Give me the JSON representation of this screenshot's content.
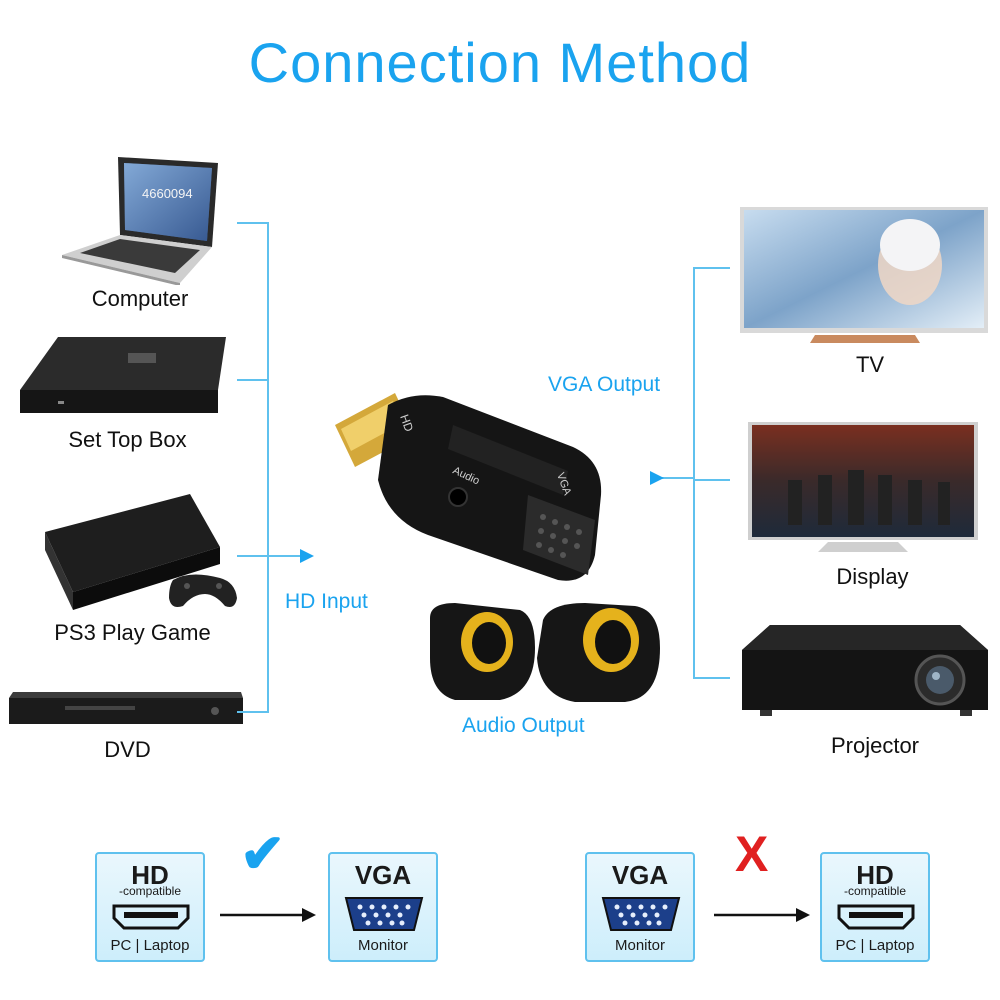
{
  "title": "Connection Method",
  "inputs": {
    "label": "HD Input",
    "devices": [
      "Computer",
      "Set Top Box",
      "PS3 Play Game",
      "DVD"
    ],
    "laptop_screen_text": "4660094"
  },
  "outputs": {
    "label": "VGA Output",
    "devices": [
      "TV",
      "Display",
      "Projector"
    ]
  },
  "audio": {
    "label": "Audio Output"
  },
  "adapter": {
    "port_labels": [
      "HD",
      "Audio",
      "VGA"
    ]
  },
  "compatibility": {
    "left": {
      "mark": "✔",
      "from": {
        "top": "HD",
        "sub": "-compatible",
        "bottom": "PC | Laptop"
      },
      "to": {
        "top": "VGA",
        "bottom": "Monitor"
      }
    },
    "right": {
      "mark": "X",
      "from": {
        "top": "VGA",
        "bottom": "Monitor"
      },
      "to": {
        "top": "HD",
        "sub": "-compatible",
        "bottom": "PC | Laptop"
      }
    }
  },
  "colors": {
    "accent": "#1aa3ef",
    "line": "#5fc1ee",
    "check": "#1aa3ef",
    "cross": "#e02020"
  }
}
